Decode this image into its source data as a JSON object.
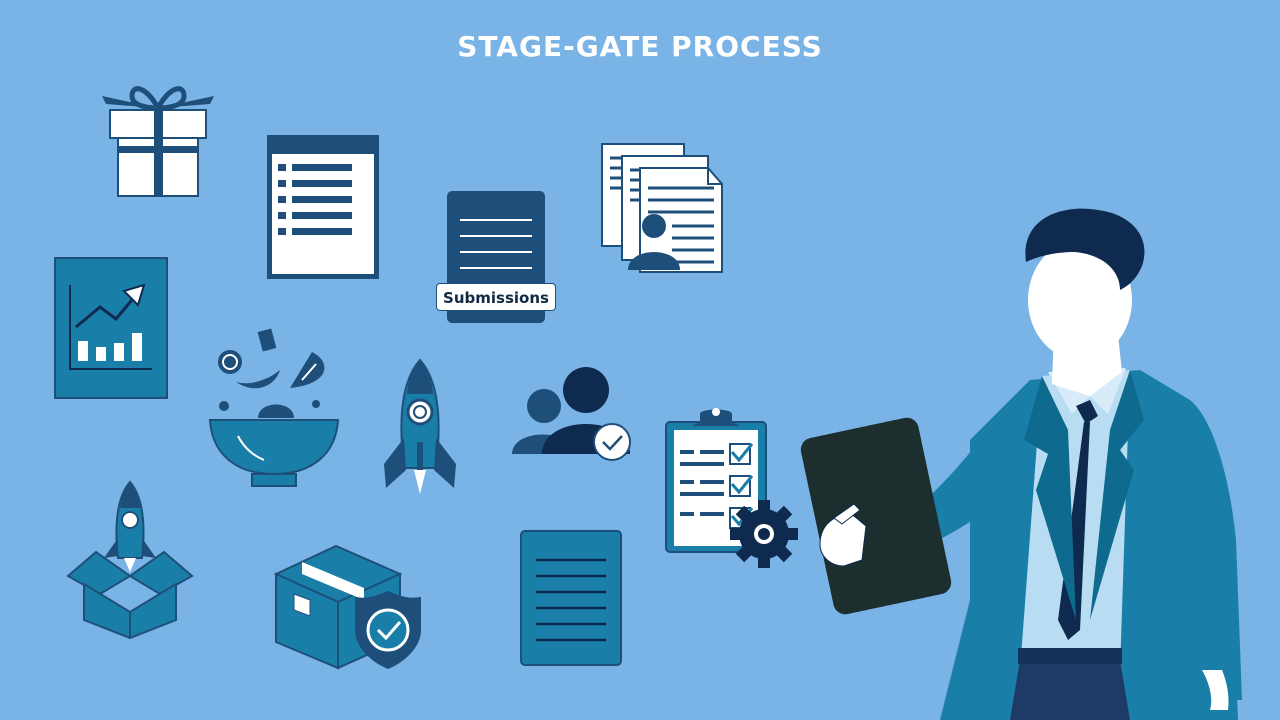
{
  "title": "STAGE-GATE PROCESS",
  "submissions_label": "Submissions",
  "colors": {
    "background": "#7ab3e6",
    "dark_blue": "#1e4f7a",
    "teal": "#1a7fa8",
    "navy": "#0f2a4f",
    "white": "#ffffff"
  },
  "icons": [
    "gift-icon",
    "checklist-document-icon",
    "submissions-document-icon",
    "stacked-documents-icon",
    "growth-chart-icon",
    "food-bowl-icon",
    "rocket-icon",
    "approved-users-icon",
    "clipboard-gear-icon",
    "rocket-box-launch-icon",
    "secure-package-icon",
    "text-document-icon",
    "businessman-tablet-illustration"
  ]
}
